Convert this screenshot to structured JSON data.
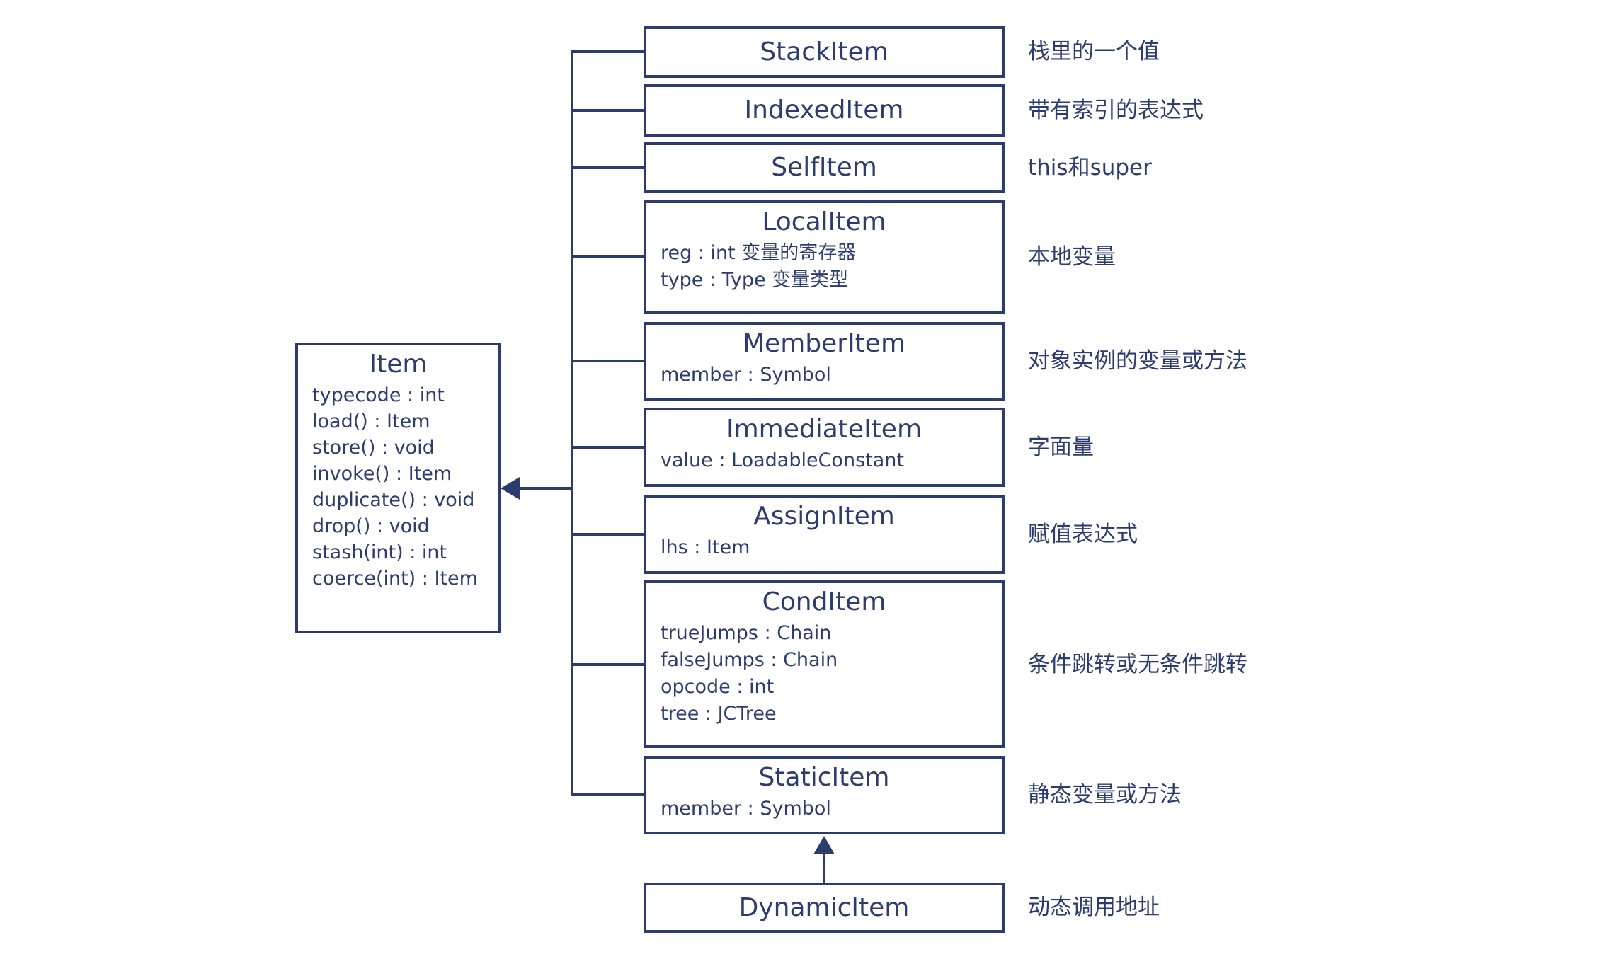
{
  "diagram": {
    "type": "uml-class-inheritance",
    "ink_color": "#2d3c6e",
    "background_color": "#ffffff",
    "base_class": {
      "name": "Item",
      "attributes": [
        "typecode : int",
        "load() : Item",
        "store() : void",
        "invoke() : Item",
        "duplicate() : void",
        "drop() : void",
        "stash(int) : int",
        "coerce(int) : Item"
      ]
    },
    "subclasses": [
      {
        "name": "StackItem",
        "attributes": [],
        "annotation": "栈里的一个值"
      },
      {
        "name": "IndexedItem",
        "attributes": [],
        "annotation": "带有索引的表达式"
      },
      {
        "name": "SelfItem",
        "attributes": [],
        "annotation": "this和super"
      },
      {
        "name": "LocalItem",
        "attributes": [
          "reg : int 变量的寄存器",
          "type : Type 变量类型"
        ],
        "annotation": "本地变量"
      },
      {
        "name": "MemberItem",
        "attributes": [
          "member : Symbol"
        ],
        "annotation": "对象实例的变量或方法"
      },
      {
        "name": "ImmediateItem",
        "attributes": [
          "value : LoadableConstant"
        ],
        "annotation": "字面量"
      },
      {
        "name": "AssignItem",
        "attributes": [
          "lhs : Item"
        ],
        "annotation": "赋值表达式"
      },
      {
        "name": "CondItem",
        "attributes": [
          "trueJumps : Chain",
          "falseJumps : Chain",
          "opcode : int",
          "tree : JCTree"
        ],
        "annotation": "条件跳转或无条件跳转"
      },
      {
        "name": "StaticItem",
        "attributes": [
          "member : Symbol"
        ],
        "annotation": "静态变量或方法"
      }
    ],
    "nested_subclass": {
      "name": "DynamicItem",
      "parent": "StaticItem",
      "attributes": [],
      "annotation": "动态调用地址"
    }
  }
}
